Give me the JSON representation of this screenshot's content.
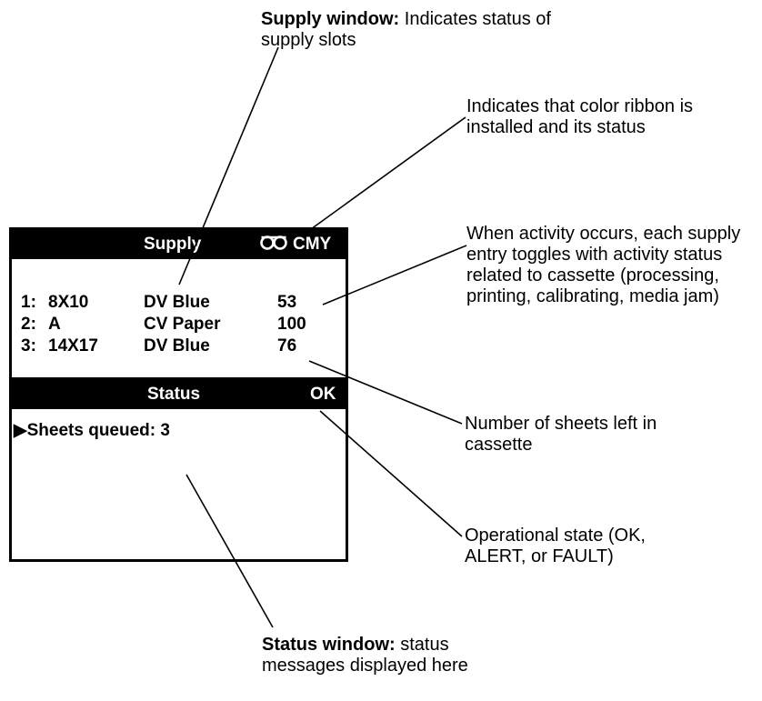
{
  "supply_window": {
    "title": "Supply",
    "ribbon_icon": "ribbon-reels-icon",
    "ribbon_label": "CMY",
    "rows": [
      {
        "slot": "1:",
        "size": "8X10",
        "media": "DV Blue",
        "count": "53"
      },
      {
        "slot": "2:",
        "size": "A",
        "media": "CV Paper",
        "count": "100"
      },
      {
        "slot": "3:",
        "size": "14X17",
        "media": "DV Blue",
        "count": "76"
      }
    ]
  },
  "status_window": {
    "title": "Status",
    "state": "OK",
    "message": "Sheets queued: 3"
  },
  "annotations": {
    "supply_window": {
      "bold": "Supply window:",
      "text": " Indicates status of supply slots"
    },
    "ribbon": "Indicates that color ribbon is installed and its status",
    "activity": "When activity occurs, each supply entry toggles with activity status related to cassette (processing, printing, calibrating, media jam)",
    "sheets_left": "Number of sheets left in cassette",
    "operational_state": "Operational state (OK, ALERT, or FAULT)",
    "status_window": {
      "bold": "Status window:",
      "text": " status messages displayed here"
    }
  }
}
